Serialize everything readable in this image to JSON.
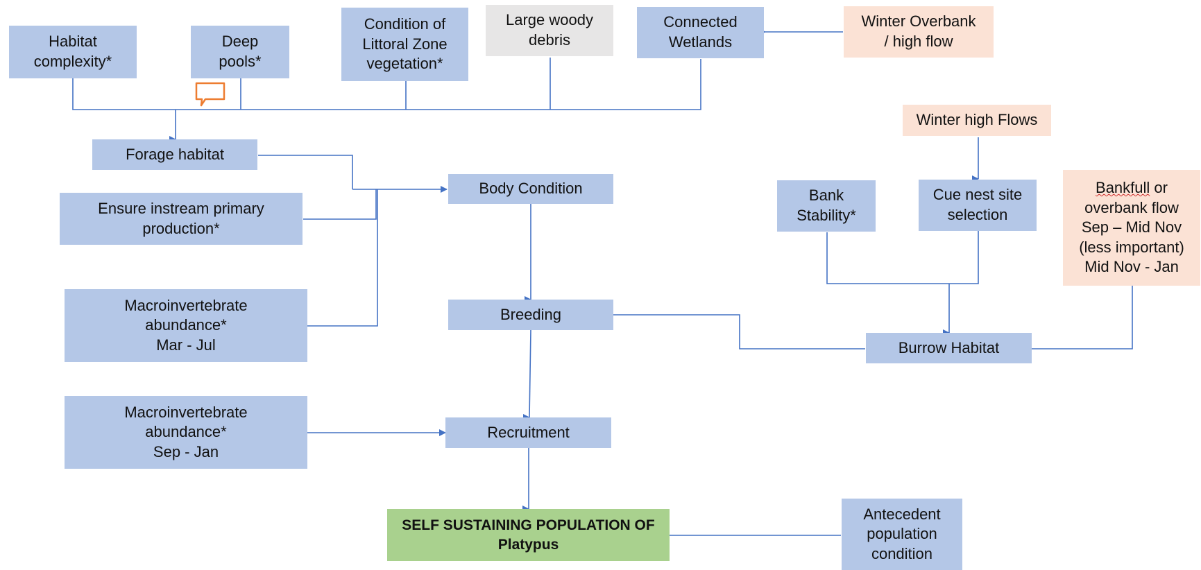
{
  "colors": {
    "input_fill": "#b4c7e7",
    "flow_fill": "#fbe2d5",
    "other_fill": "#e7e6e6",
    "outcome_fill": "#a9d18e",
    "connector": "#4472c4",
    "comment_icon": "#ed7d31"
  },
  "icons": {
    "comment": "speech-bubble-icon"
  },
  "nodes": {
    "habitat_complexity": "Habitat\ncomplexity*",
    "deep_pools": "Deep\npools*",
    "littoral_zone": "Condition of\nLittoral Zone\nvegetation*",
    "woody_debris": "Large woody\ndebris",
    "connected_wetlands": "Connected\nWetlands",
    "winter_overbank": "Winter Overbank\n/ high flow",
    "winter_high_flows": "Winter high Flows",
    "forage_habitat": "Forage habitat",
    "instream_production": "Ensure instream primary\nproduction*",
    "body_condition": "Body Condition",
    "bank_stability": "Bank\nStability*",
    "cue_nest": "Cue nest site\nselection",
    "bankfull_word": "Bankfull",
    "bankfull_rest": " or\noverbank flow\nSep – Mid Nov\n(less important)\nMid Nov - Jan",
    "macro_mar_jul": "Macroinvertebrate\nabundance*\nMar - Jul",
    "breeding": "Breeding",
    "burrow_habitat": "Burrow Habitat",
    "macro_sep_jan": "Macroinvertebrate\nabundance*\nSep - Jan",
    "recruitment": "Recruitment",
    "outcome": "SELF SUSTAINING POPULATION OF\nPlatypus",
    "antecedent": "Antecedent\npopulation\ncondition"
  }
}
